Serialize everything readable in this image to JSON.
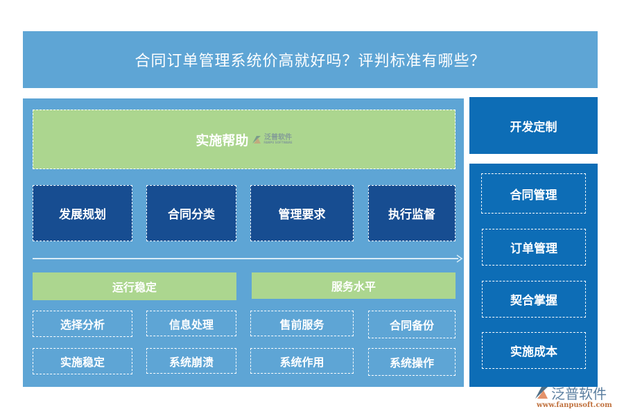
{
  "title": "合同订单管理系统价高就好吗？评判标准有哪些？",
  "main": {
    "top_header": "实施帮助",
    "watermark_inline": {
      "cn": "泛普软件",
      "en": "FANPU SOFTWARE"
    },
    "top_boxes": [
      "发展规划",
      "合同分类",
      "管理要求",
      "执行监督"
    ],
    "sections": [
      {
        "header": "运行稳定",
        "items": [
          "选择分析",
          "信息处理",
          "实施稳定",
          "系统崩溃"
        ]
      },
      {
        "header": "服务水平",
        "items": [
          "售前服务",
          "合同备份",
          "系统作用",
          "系统操作"
        ]
      }
    ]
  },
  "right": {
    "top_label": "开发定制",
    "items": [
      "合同管理",
      "订单管理",
      "契合掌握",
      "实施成本"
    ]
  },
  "logo": {
    "name": "泛普软件",
    "url": "www.fanpusoft.com"
  },
  "colors": {
    "light_blue": "#5ea5d5",
    "dark_blue": "#174d91",
    "mid_blue": "#0d6db6",
    "green": "#acd68f"
  }
}
